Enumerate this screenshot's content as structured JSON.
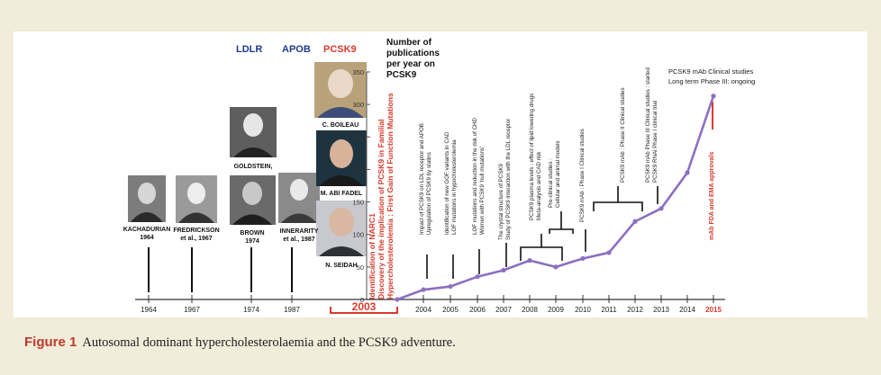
{
  "gene_labels": {
    "ldlr": "LDLR",
    "apob": "APOB",
    "pcsk9": "PCSK9"
  },
  "header": {
    "line1": "Number of",
    "line2": "publications",
    "line3": "per year on",
    "line4": "PCSK9"
  },
  "people": {
    "kachadurian": {
      "name": "KACHADURIAN",
      "year": "1964"
    },
    "fredrickson": {
      "name": "FREDRICKSON",
      "year": "et al., 1967"
    },
    "goldstein": {
      "name": "GOLDSTEIN,"
    },
    "brown": {
      "name": "BROWN",
      "year": "1974"
    },
    "innerarity": {
      "name": "INNERARITY",
      "year": "et al., 1987"
    },
    "boileau": {
      "name": "C. BOILEAU"
    },
    "abifadel": {
      "name": "M. ABI FADEL"
    },
    "seidah": {
      "name": "N. SEIDAH"
    }
  },
  "discovery_2003": {
    "line1": "Identification of NARC1",
    "line2": "Discovery of the implication of PCSK9 in Familial",
    "line3": "Hypercholesterolemia : First Gain of Function Mutations",
    "year": "2003"
  },
  "events": {
    "e2004a": "Impact of PCSK9 on LDL receptor and APOB",
    "e2004b": "Upregulation of PCSK9 by statins",
    "e2005a": "Identification of new GOF variants in CAD",
    "e2005b": "LOF mutations in hypocholesterolemia",
    "e2006a": "LOF mutations and reduction in the risk of CHD",
    "e2006b": "Women with PCSK9 'null mutations'",
    "e2007a": "The crystal structure of PCSK9",
    "e2007b": "Study of PCSK9 interaction with the LDL receptor",
    "e2008a": "PCSK9 plasma levels : effect of lipid lowering drugs",
    "e2008b": "Meta-analysis and CAD risk",
    "e2009a": "Pre-clinical studies :",
    "e2009b": "Cellular and animal models",
    "e2010": "PCSK9 mAb : Phase I Clinical studies",
    "e2011": "PCSK9 mAb : Phase II Clinical studies",
    "e2012a": "PCSK9 mAb   Phase III Clinical studies : started",
    "e2012b": "PCSK9 RNAi   Phase I  clinical trial",
    "e2015a": "PCSK9 mAb Clinical studies",
    "e2015b": "Long term Phase III: ongoing",
    "e2015c": "mAb FDA and EMA approvals"
  },
  "caption": {
    "label": "Figure 1",
    "text": "Autosomal dominant hypercholesterolaemia and the PCSK9 adventure."
  },
  "chart_data": {
    "type": "line",
    "x": [
      "2003",
      "2004",
      "2005",
      "2006",
      "2007",
      "2008",
      "2009",
      "2010",
      "2011",
      "2012",
      "2013",
      "2014",
      "2015"
    ],
    "values": [
      0,
      15,
      20,
      35,
      45,
      60,
      50,
      63,
      72,
      120,
      140,
      195,
      313
    ],
    "yticks": [
      "0",
      "50",
      "100",
      "150",
      "200",
      "250",
      "300",
      "350"
    ],
    "xticks": [
      "1964",
      "1967",
      "1974",
      "1987",
      "2004",
      "2005",
      "2006",
      "2007",
      "2008",
      "2009",
      "2010",
      "2011",
      "2012",
      "2013",
      "2014",
      "2015"
    ],
    "ylim": [
      0,
      350
    ],
    "line_color": "#8d6fc2",
    "highlight_color": "#d93a2b"
  }
}
